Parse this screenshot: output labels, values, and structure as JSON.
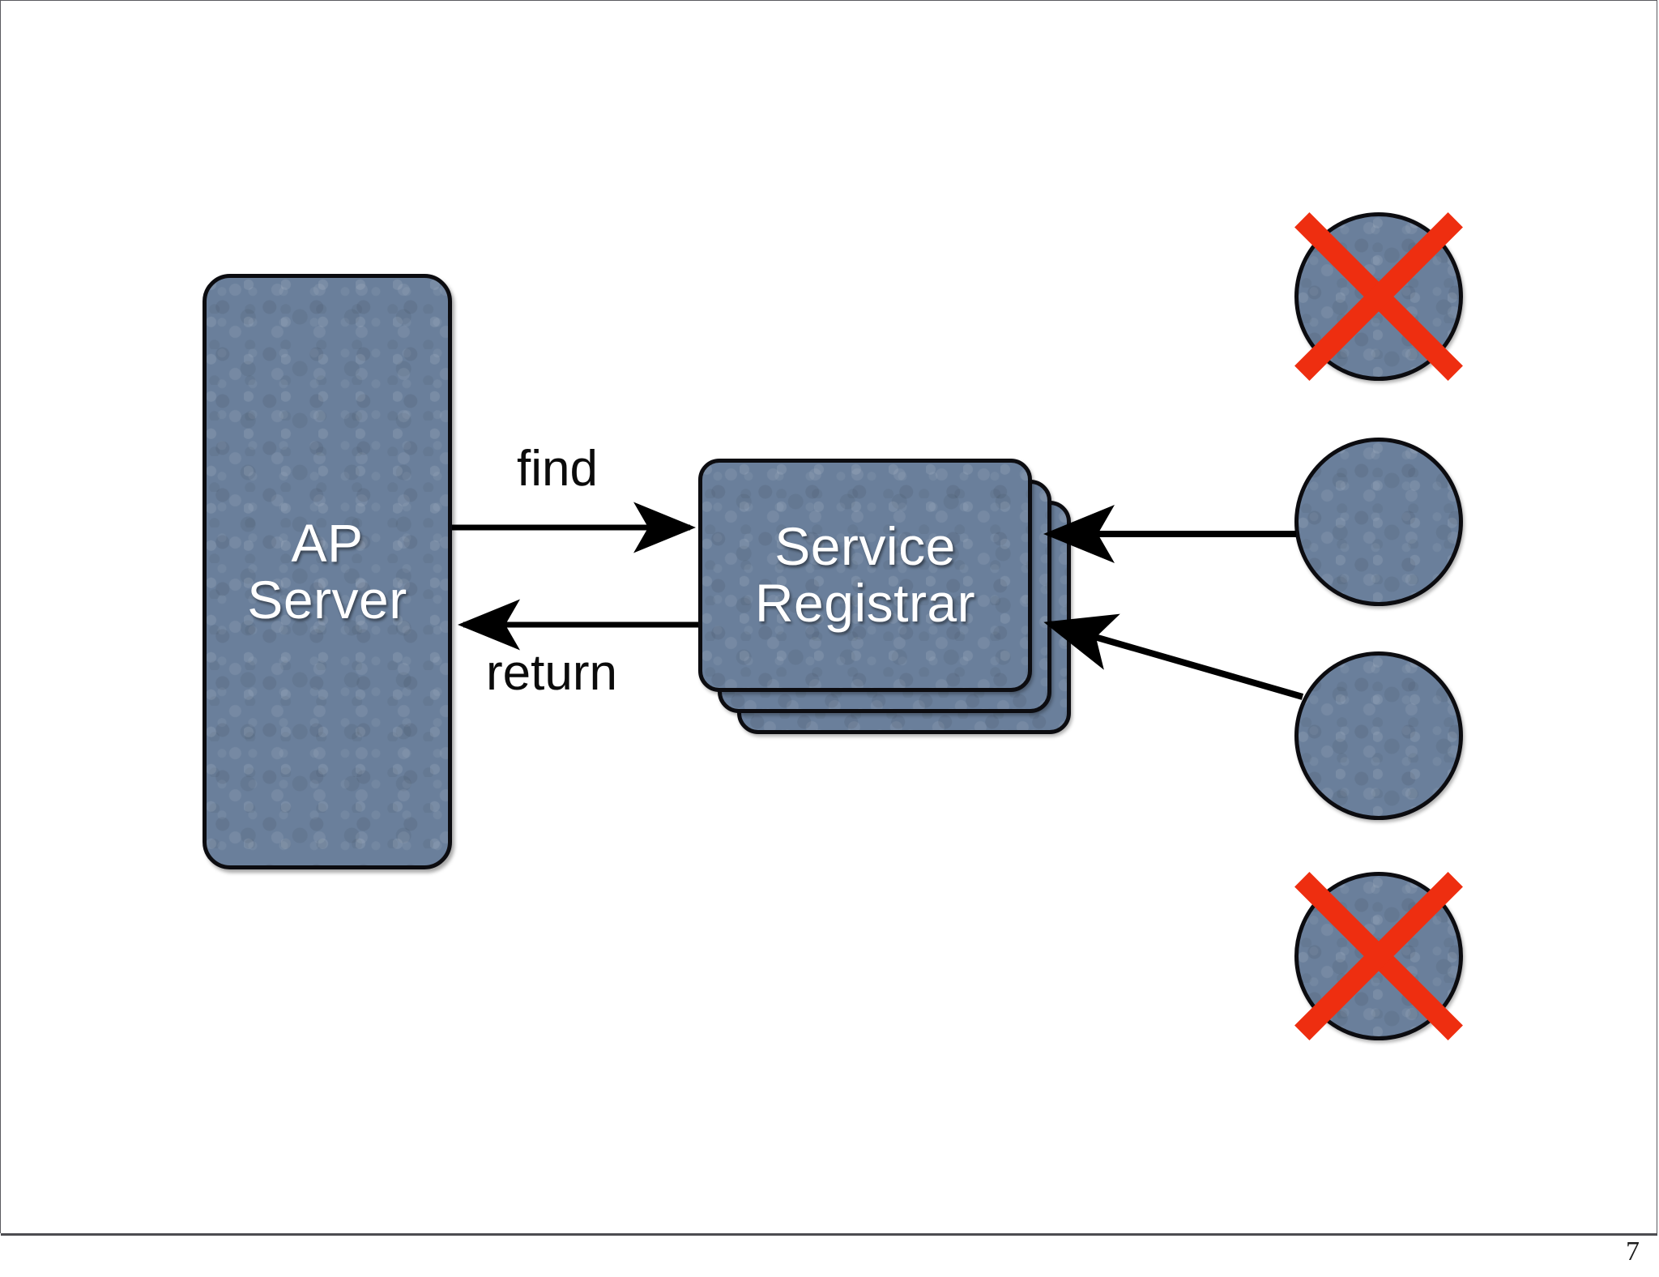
{
  "slide": {
    "page_number": "7",
    "background_color": "#ffffff",
    "frame_color": "#5b5b60"
  },
  "palette": {
    "node_fill": "#6a7f9b",
    "node_stroke": "#0c0c10",
    "node_text": "#ffffff",
    "cross_red": "#ee2e10",
    "connector": "#000000"
  },
  "nodes": {
    "ap_server": {
      "line1": "AP",
      "line2": "Server"
    },
    "registrar": {
      "line1": "Service",
      "line2": "Registrar",
      "stack_count": 3
    },
    "peers": [
      {
        "name": "peer-1",
        "state": "crossed-out"
      },
      {
        "name": "peer-2",
        "state": "active"
      },
      {
        "name": "peer-3",
        "state": "active"
      },
      {
        "name": "peer-4",
        "state": "crossed-out"
      }
    ]
  },
  "edges": {
    "find_label": "find",
    "return_label": "return"
  }
}
